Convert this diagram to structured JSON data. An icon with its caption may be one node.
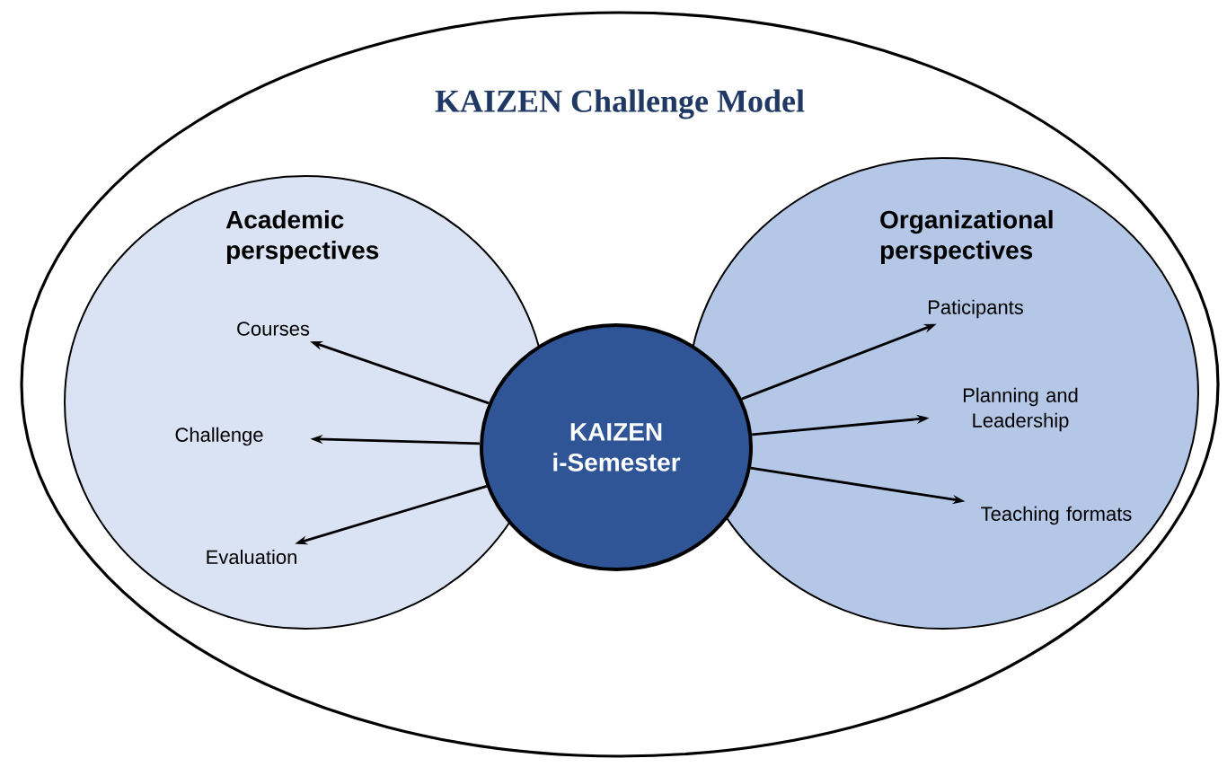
{
  "diagram": {
    "nodes": [
      {
        "text": [
          "KAIZEN Challenge Model"
        ]
      },
      {
        "text": [
          "Academic perspectives"
        ],
        "in": 0
      },
      {
        "text": [
          "Organizational perspectives"
        ],
        "in": 0
      },
      {
        "text": [
          "KAIZEN i-Semester"
        ],
        "in": 0
      },
      {
        "text": [
          "Courses"
        ],
        "in": 1
      },
      {
        "text": [
          "Challenge"
        ],
        "in": 1
      },
      {
        "text": [
          "Evaluation"
        ],
        "in": 1
      },
      {
        "text": [
          "Paticipants"
        ],
        "in": 2
      },
      {
        "text": [
          "Planning and Leadership"
        ],
        "in": 2
      },
      {
        "text": [
          "Teaching formats"
        ],
        "in": 2
      }
    ],
    "edges": [
      {
        "from": 3,
        "to": 4,
        "arrow": "to"
      },
      {
        "from": 3,
        "to": 5,
        "arrow": "to"
      },
      {
        "from": 3,
        "to": 6,
        "arrow": "to"
      },
      {
        "from": 3,
        "to": 7,
        "arrow": "to"
      },
      {
        "from": 3,
        "to": 8,
        "arrow": "to"
      },
      {
        "from": 3,
        "to": 9,
        "arrow": "to"
      }
    ]
  }
}
